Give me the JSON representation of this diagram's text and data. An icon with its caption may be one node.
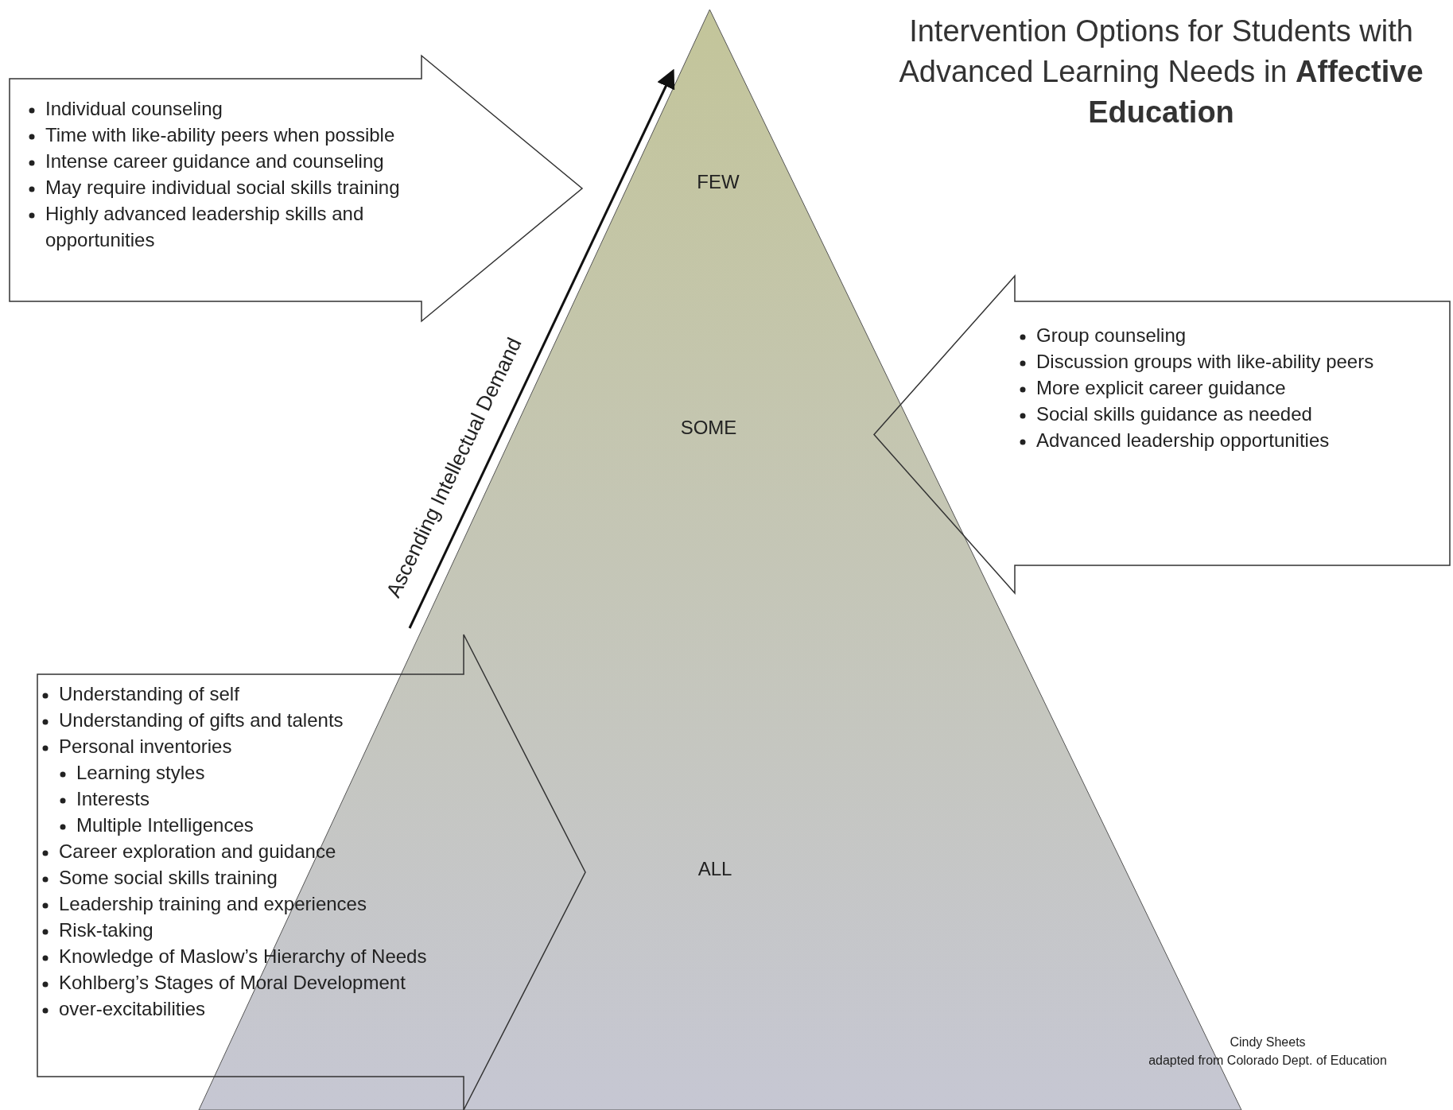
{
  "diagram": {
    "title": "Intervention Options for Students with Advanced Learning Needs in **Affective Education**",
    "nodes": [
      {
        "text": [
          "FEW",
          "SOME",
          "ALL"
        ]
      },
      {
        "text": [
          "Individual counseling",
          "Time with like-ability peers when possible",
          "Intense career guidance and counseling",
          "May require individual social skills training",
          "Highly advanced leadership skills and opportunities"
        ]
      },
      {
        "text": [
          "Group counseling",
          "Discussion groups with like-ability peers",
          "More explicit career guidance",
          "Social skills guidance as needed",
          "Advanced leadership opportunities"
        ]
      },
      {
        "text": [
          "Understanding of self",
          "Understanding of gifts and talents",
          "Personal inventories",
          "Learning styles",
          "Interests",
          "Multiple Intelligences",
          "Career exploration and guidance",
          "Some social skills training",
          "Leadership training and experiences",
          "Risk-taking",
          "Knowledge of Maslow’s Hierarchy of Needs",
          "Kohlberg’s Stages of Moral Development",
          "over-excitabilities"
        ]
      }
    ],
    "edges": [],
    "labels": [
      "Ascending Intellectual Demand",
      "Cindy Sheets",
      "adapted from Colorado Dept. of Education"
    ]
  }
}
